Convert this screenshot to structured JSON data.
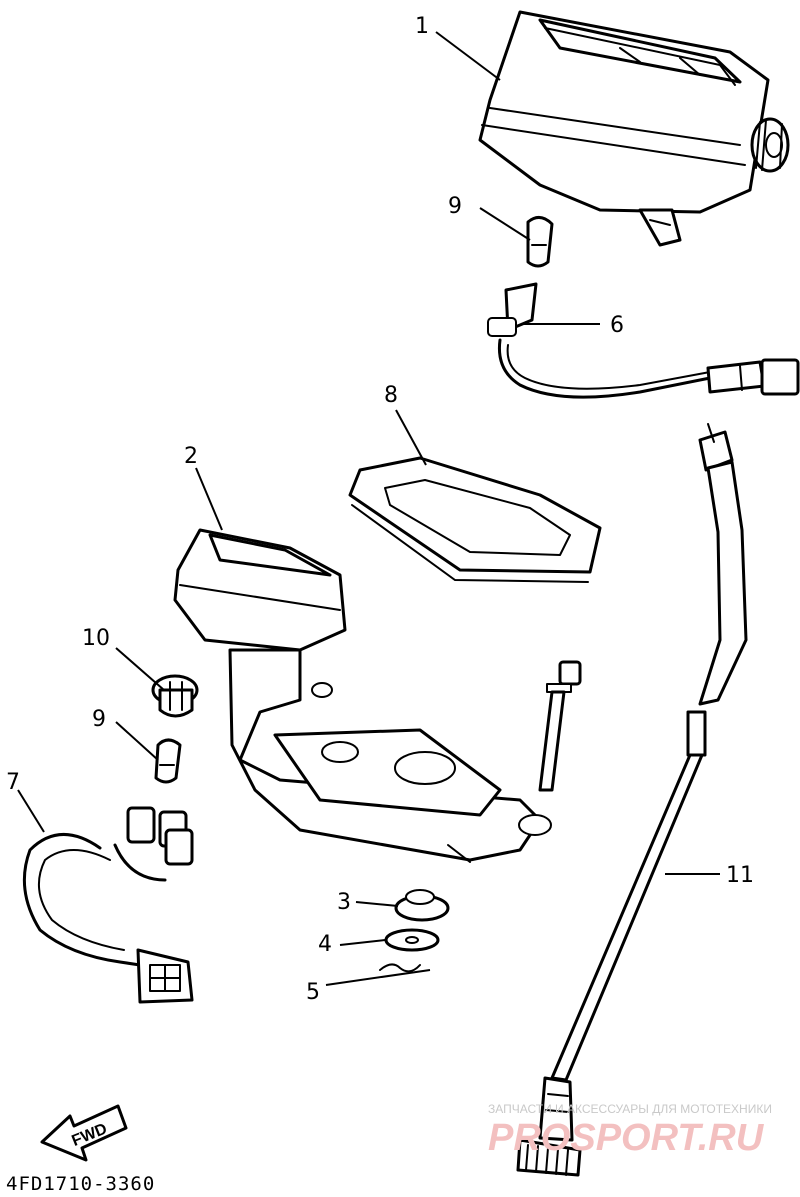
{
  "diagram": {
    "parts": [
      {
        "id": "1"
      },
      {
        "id": "2"
      },
      {
        "id": "3"
      },
      {
        "id": "4"
      },
      {
        "id": "5"
      },
      {
        "id": "6"
      },
      {
        "id": "7"
      },
      {
        "id": "8"
      },
      {
        "id": "9"
      },
      {
        "id": "9"
      },
      {
        "id": "10"
      },
      {
        "id": "11"
      }
    ],
    "direction_label": "FWD",
    "drawing_code": "4FD1710-3360"
  },
  "watermark": {
    "tagline": "ЗАПЧАСТИ И АКСЕССУАРЫ ДЛЯ МОТОТЕХНИКИ",
    "brand": "PROSPORT.RU"
  }
}
